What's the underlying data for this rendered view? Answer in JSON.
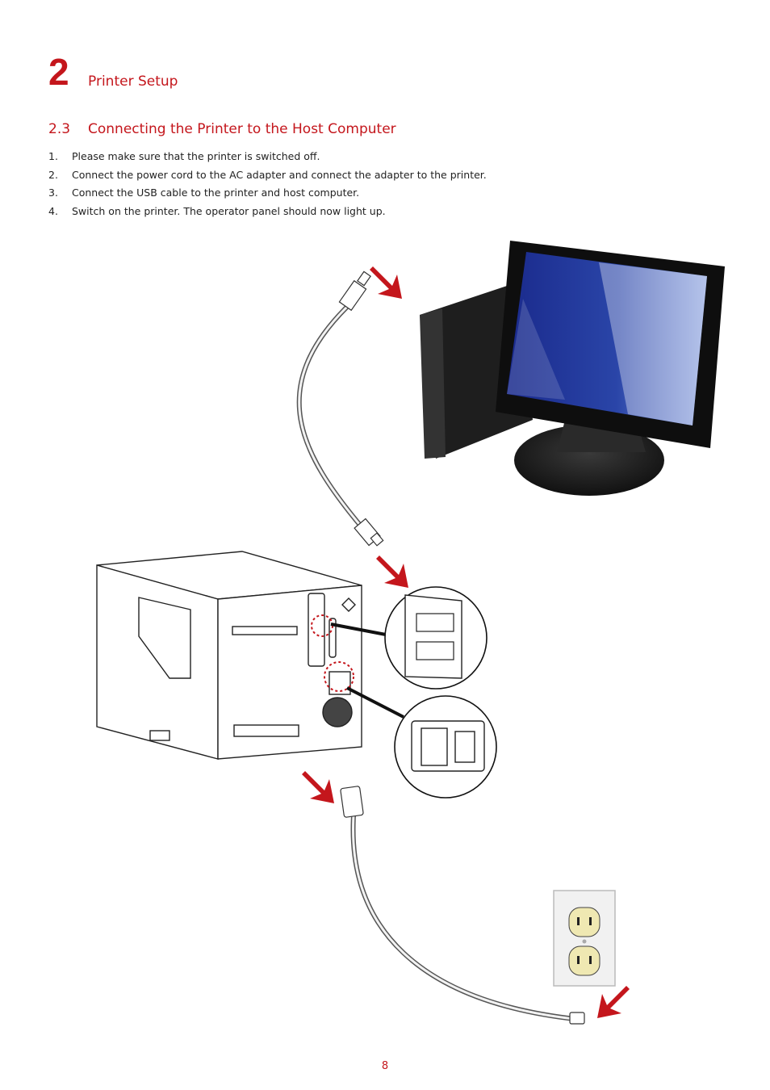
{
  "chapter": {
    "number": "2",
    "title": "Printer Setup"
  },
  "section": {
    "number": "2.3",
    "title": "Connecting the Printer to the Host Computer"
  },
  "steps": [
    {
      "n": "1.",
      "text": "Please make sure that the printer is switched off."
    },
    {
      "n": "2.",
      "text": "Connect the power cord to the AC adapter and connect the adapter to the printer."
    },
    {
      "n": "3.",
      "text": "Connect the USB cable to the printer and host computer."
    },
    {
      "n": "4.",
      "text": "Switch on the printer. The operator panel should now light up."
    }
  ],
  "page_number": "8",
  "colors": {
    "accent": "#c4161c",
    "screen": "#1f3a9a",
    "arrow": "#c4161c"
  }
}
